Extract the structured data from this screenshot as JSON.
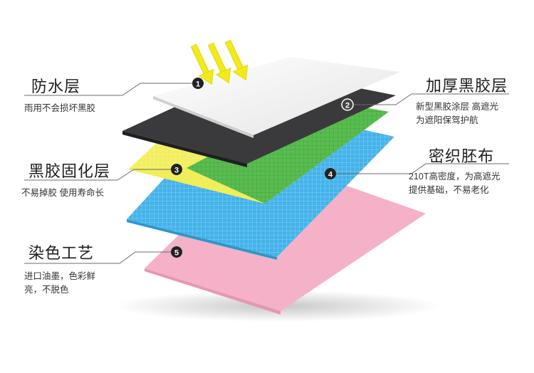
{
  "colors": {
    "background": "#ffffff",
    "sun_arrow": "#f2ea1b",
    "layer_waterproof": "#f4f4f2",
    "layer_black_coating": "#3a3a3c",
    "layer_yellow": "#f1ee5b",
    "layer_green": "#59bd4f",
    "layer_blue": "#43b3ea",
    "layer_pink": "#f4b1c8",
    "callout_line": "#6b6b6b",
    "marker_fill": "#222222",
    "marker_text": "#ffffff"
  },
  "layers": [
    {
      "marker": "1",
      "title": "防水层",
      "description": [
        "雨用不会损坏黑胶"
      ]
    },
    {
      "marker": "2",
      "title": "加厚黑胶层",
      "description": [
        "新型黑胶涂层 高遮光",
        "为遮阳保驾护航"
      ]
    },
    {
      "marker": "3",
      "title": "黑胶固化层",
      "description": [
        "不易掉胶 使用寿命长"
      ]
    },
    {
      "marker": "4",
      "title": "密织胚布",
      "description": [
        "210T高密度，为高遮光",
        "提供基础，不易老化"
      ]
    },
    {
      "marker": "5",
      "title": "染色工艺",
      "description": [
        "进口油墨，色彩鲜",
        "亮，不脱色"
      ]
    }
  ]
}
